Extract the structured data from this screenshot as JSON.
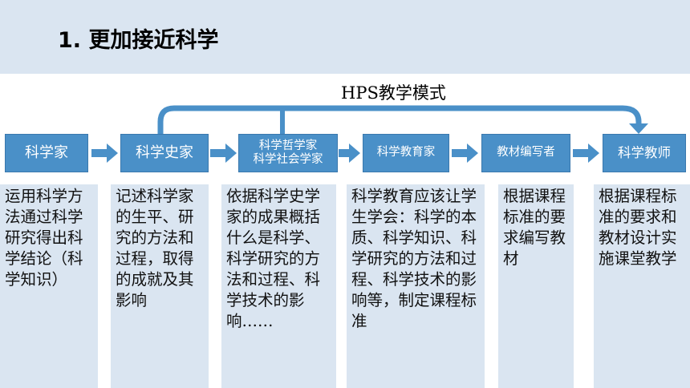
{
  "header": {
    "title": "1. 更加接近科学"
  },
  "diagram": {
    "loop_label": "HPS教学模式",
    "stages": [
      {
        "id": "scientist",
        "label": "科学家",
        "description": "运用科学方法通过科学研究得出科学结论（科学知识）"
      },
      {
        "id": "historian",
        "label": "科学史家",
        "description": "记述科学家的生平、研究的方法和过程，取得的成就及其影响"
      },
      {
        "id": "philosopher-sociologist",
        "label": "科学哲学家\n科学社会学家",
        "description": "依据科学史学家的成果概括什么是科学、科学研究的方法和过程、科学技术的影响……"
      },
      {
        "id": "science-educator",
        "label": "科学教育家",
        "description": "科学教育应该让学生学会：科学的本质、科学知识、科学研究的方法和过程、科学技术的影响等，制定课程标准"
      },
      {
        "id": "textbook-writer",
        "label": "教材编写者",
        "description": "根据课程标准的要求编写教材"
      },
      {
        "id": "science-teacher",
        "label": "科学教师",
        "description": "根据课程标准的要求和教材设计实施课堂教学"
      }
    ]
  },
  "colors": {
    "stage_fill": "#4a90c8",
    "stage_border": "#3a78ad",
    "arrow": "#4a90c8",
    "band_fill": "#dae5f1"
  }
}
